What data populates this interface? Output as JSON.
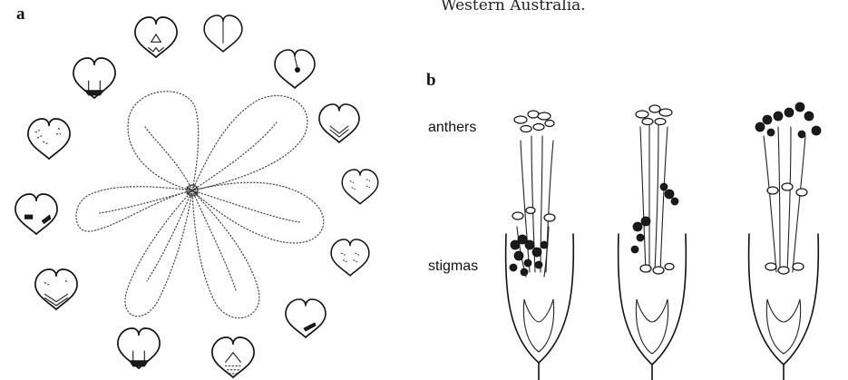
{
  "figure": {
    "caption_fragment": "Western Australia.",
    "panel_a_letter": "a",
    "panel_b_letter": "b",
    "labels": {
      "anthers": "anthers",
      "stigmas": "stigmas"
    }
  }
}
